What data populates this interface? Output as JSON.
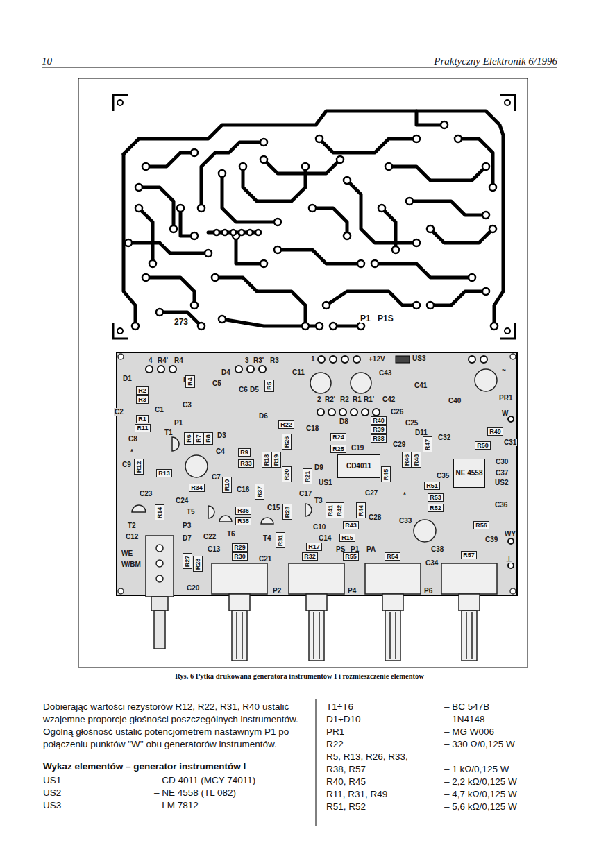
{
  "diagram": {
    "caption": "Rys. 6 Pytka drukowana generatora instrumentów I i rozmieszczenie elementów",
    "nodes": [
      {
        "text": [
          "R2"
        ]
      },
      {
        "text": [
          "R3"
        ]
      },
      {
        "text": [
          "R1"
        ]
      },
      {
        "text": [
          "R11"
        ]
      },
      {
        "text": [
          "R13"
        ]
      },
      {
        "text": [
          "R12"
        ]
      },
      {
        "text": [
          "R4"
        ]
      },
      {
        "text": [
          "R5"
        ]
      },
      {
        "text": [
          "R6"
        ]
      },
      {
        "text": [
          "R7"
        ]
      },
      {
        "text": [
          "R8"
        ]
      },
      {
        "text": [
          "R22"
        ]
      },
      {
        "text": [
          "R9"
        ]
      },
      {
        "text": [
          "R33"
        ]
      },
      {
        "text": [
          "R18"
        ]
      },
      {
        "text": [
          "R19"
        ]
      },
      {
        "text": [
          "R26"
        ]
      },
      {
        "text": [
          "R40"
        ]
      },
      {
        "text": [
          "R39"
        ]
      },
      {
        "text": [
          "R38"
        ]
      },
      {
        "text": [
          "R24"
        ]
      },
      {
        "text": [
          "R25"
        ]
      },
      {
        "text": [
          "R45"
        ]
      },
      {
        "text": [
          "R46"
        ]
      },
      {
        "text": [
          "R48"
        ]
      },
      {
        "text": [
          "R47"
        ]
      },
      {
        "text": [
          "R49"
        ]
      },
      {
        "text": [
          "R50"
        ]
      },
      {
        "text": [
          "R51"
        ]
      },
      {
        "text": [
          "R53"
        ]
      },
      {
        "text": [
          "R52"
        ]
      },
      {
        "text": [
          "R56"
        ]
      },
      {
        "text": [
          "R57"
        ]
      },
      {
        "text": [
          "R10"
        ]
      },
      {
        "text": [
          "R37"
        ]
      },
      {
        "text": [
          "R34"
        ]
      },
      {
        "text": [
          "R36"
        ]
      },
      {
        "text": [
          "R35"
        ]
      },
      {
        "text": [
          "R20"
        ]
      },
      {
        "text": [
          "R21"
        ]
      },
      {
        "text": [
          "R23"
        ]
      },
      {
        "text": [
          "R41"
        ]
      },
      {
        "text": [
          "R42"
        ]
      },
      {
        "text": [
          "R44"
        ]
      },
      {
        "text": [
          "R43"
        ]
      },
      {
        "text": [
          "R31"
        ]
      },
      {
        "text": [
          "R15"
        ]
      },
      {
        "text": [
          "R17"
        ]
      },
      {
        "text": [
          "R32"
        ]
      },
      {
        "text": [
          "R55"
        ]
      },
      {
        "text": [
          "R54"
        ]
      },
      {
        "text": [
          "R14"
        ]
      },
      {
        "text": [
          "R29"
        ]
      },
      {
        "text": [
          "R30"
        ]
      },
      {
        "text": [
          "R27"
        ]
      },
      {
        "text": [
          "R28"
        ]
      },
      {
        "text": [
          "CD4011"
        ]
      },
      {
        "text": [
          "NE 4558"
        ]
      }
    ],
    "labels": [
      "10",
      "Praktyczny Elektronik 6/1996",
      "273",
      "P1",
      "P1S",
      "4",
      "R4'",
      "R4",
      "3",
      "R3'",
      "R3",
      "1",
      "+12V",
      "US3",
      "~",
      "D1",
      "D2",
      "D4",
      "C11",
      "C43",
      "C5",
      "C6",
      "D5",
      "C41",
      "C42",
      "C40",
      "PR1",
      "2",
      "R2'",
      "R2",
      "R1",
      "R1'",
      "C26",
      "W",
      "C2",
      "C1",
      "C3",
      "C8",
      "T1",
      "P1",
      "*",
      "D6",
      "D3",
      "C18",
      "D8",
      "C25",
      "D11",
      "C32",
      "C31",
      "C9",
      "C4",
      "C19",
      "C29",
      "C30",
      "C37",
      "C23",
      "C7",
      "D9",
      "US1",
      "C35",
      "US2",
      "C36",
      "C16",
      "C17",
      "T3",
      "C27",
      "C28",
      "*",
      "C33",
      "C10",
      "C14",
      "C15",
      "T2",
      "C24",
      "T5",
      "C12",
      "P3",
      "C22",
      "T6",
      "C13",
      "T4",
      "D7",
      "PS",
      "P1",
      "PA",
      "C38",
      "C39",
      "WY",
      "⊥",
      "WE",
      "W/BM",
      "C21",
      "C34",
      "C20",
      "P2",
      "P4",
      "P6",
      "Dobierając wartości rezystorów R12, R22, R31, R40 ustalić wzajemne proporcje głośności poszczególnych instrumentów. Ogólną głośność ustalić potencjometrem nastawnym P1 po połączeniu punktów \"W\" obu generatorów instrumentów.",
      "Wykaz elementów – generator instrumentów I",
      "US1",
      "– CD 4011 (MCY 74011)",
      "US2",
      "– NE 4558 (TL 082)",
      "US3",
      "– LM 7812",
      "T1÷T6",
      "– BC 547B",
      "D1÷D10",
      "– 1N4148",
      "PR1",
      "– MG W006",
      "R22",
      "– 330 Ω/0,125 W",
      "R5, R13, R26, R33, R38, R57",
      "– 1 kΩ/0,125 W",
      "R40, R45",
      "– 2,2 kΩ/0,125 W",
      "R11, R31, R49",
      "– 4,7 kΩ/0,125 W",
      "R51, R52",
      "– 5,6 kΩ/0,125 W"
    ]
  }
}
